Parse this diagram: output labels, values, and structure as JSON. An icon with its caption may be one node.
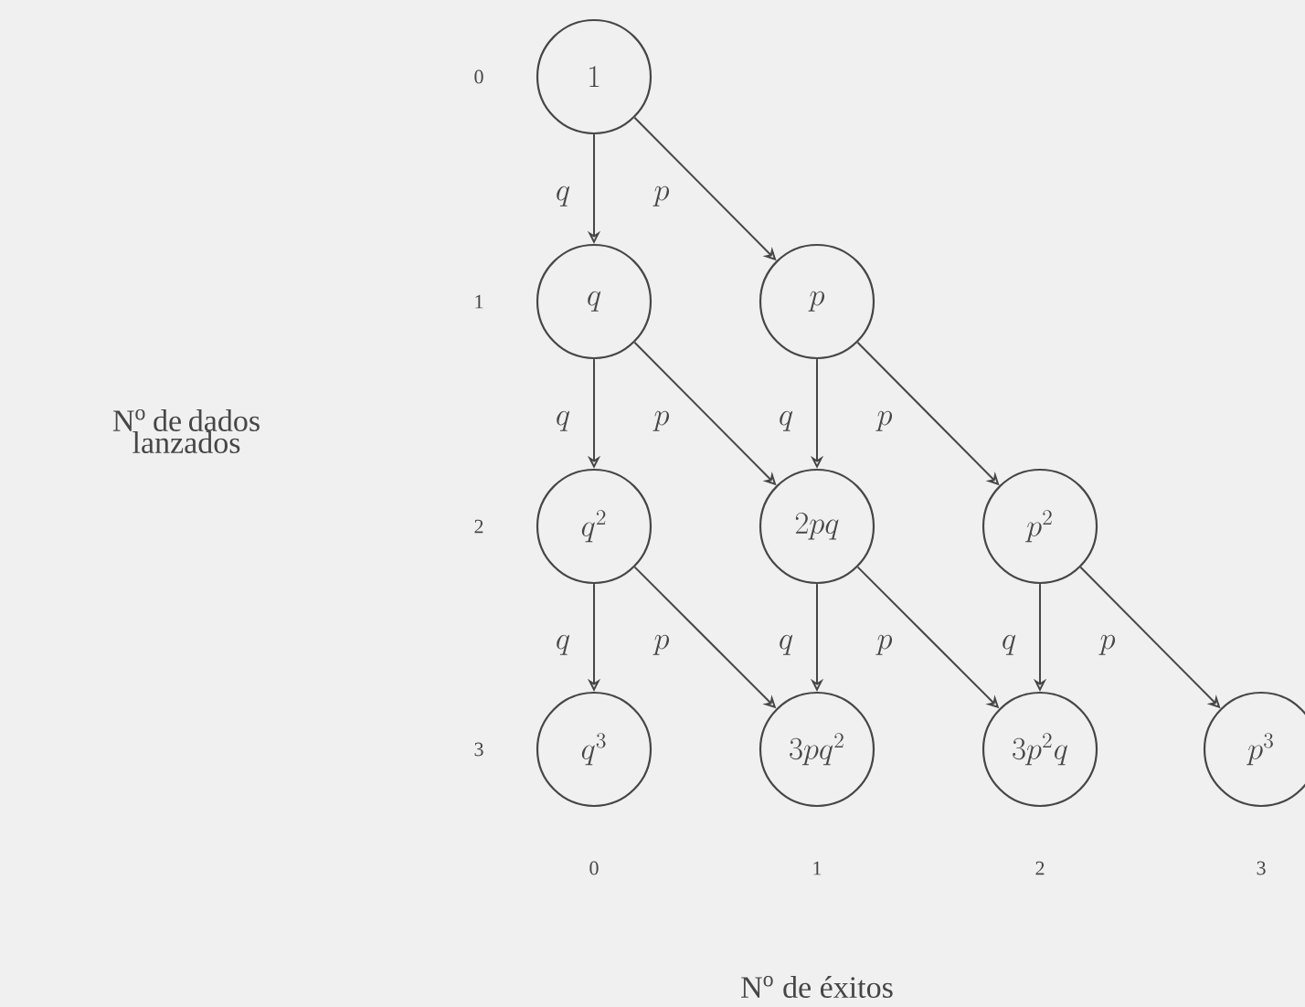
{
  "diagram": {
    "nodes": [
      {
        "text": [
          "1"
        ]
      },
      {
        "text": [
          "q"
        ]
      },
      {
        "text": [
          "p"
        ]
      },
      {
        "text": [
          "q^2"
        ]
      },
      {
        "text": [
          "2pq"
        ]
      },
      {
        "text": [
          "p^2"
        ]
      },
      {
        "text": [
          "q^3"
        ]
      },
      {
        "text": [
          "3pq^2"
        ]
      },
      {
        "text": [
          "3p^2q"
        ]
      },
      {
        "text": [
          "p^3"
        ]
      }
    ],
    "edges": [
      {
        "from": 0,
        "to": 1,
        "arrow": "to",
        "label": "q"
      },
      {
        "from": 0,
        "to": 2,
        "arrow": "to",
        "label": "p"
      },
      {
        "from": 1,
        "to": 3,
        "arrow": "to",
        "label": "q"
      },
      {
        "from": 1,
        "to": 4,
        "arrow": "to",
        "label": "p"
      },
      {
        "from": 2,
        "to": 4,
        "arrow": "to",
        "label": "q"
      },
      {
        "from": 2,
        "to": 5,
        "arrow": "to",
        "label": "p"
      },
      {
        "from": 3,
        "to": 6,
        "arrow": "to",
        "label": "q"
      },
      {
        "from": 3,
        "to": 7,
        "arrow": "to",
        "label": "p"
      },
      {
        "from": 4,
        "to": 7,
        "arrow": "to",
        "label": "q"
      },
      {
        "from": 4,
        "to": 8,
        "arrow": "to",
        "label": "p"
      },
      {
        "from": 5,
        "to": 8,
        "arrow": "to",
        "label": "q"
      },
      {
        "from": 5,
        "to": 9,
        "arrow": "to",
        "label": "p"
      }
    ],
    "labels": [
      "0",
      "1",
      "N$^{o}$ de dados lanzados",
      "2",
      "3",
      "0",
      "1",
      "2",
      "3",
      "N$^{o}$ de éxitos"
    ]
  }
}
